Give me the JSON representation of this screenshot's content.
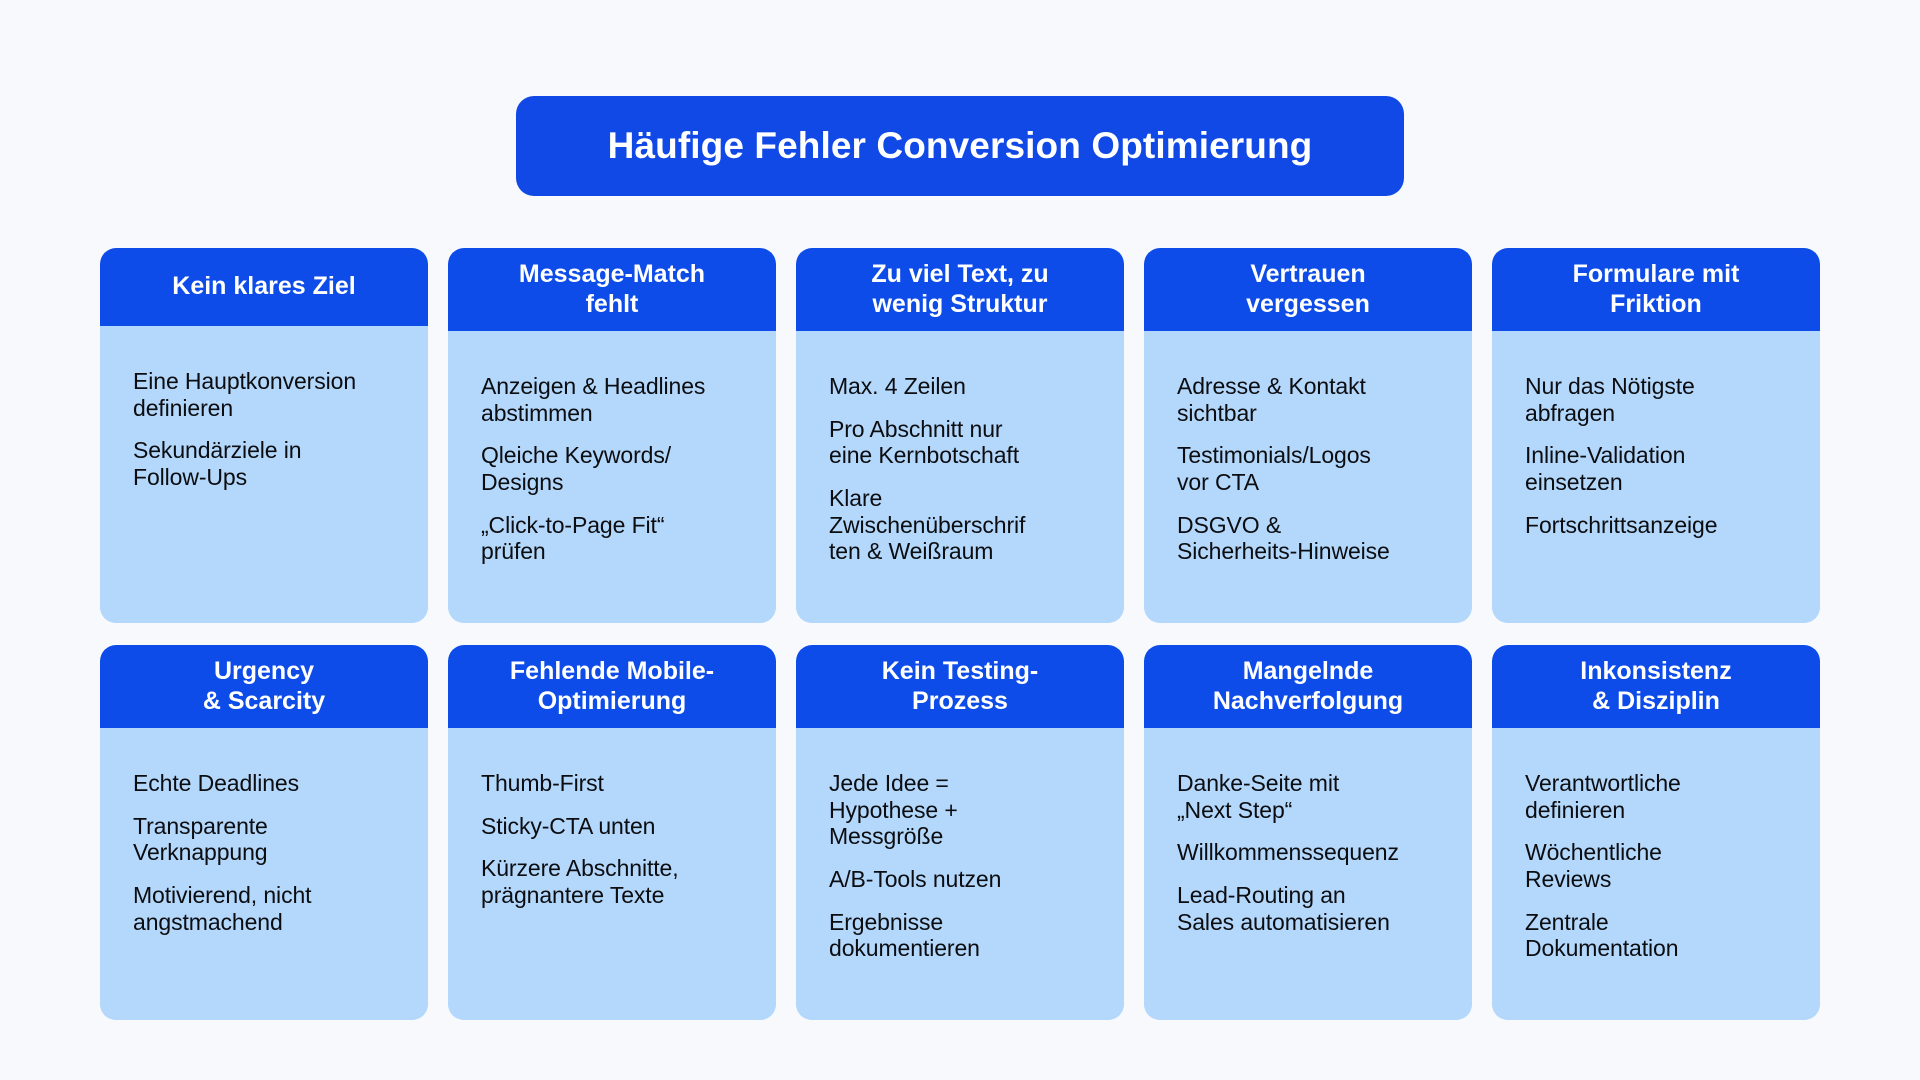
{
  "colors": {
    "background": "#f8f9fc",
    "header_blue": "#0d4ce8",
    "title_blue": "#1049e6",
    "card_body_blue": "#b4d7fc",
    "header_text": "#ffffff",
    "body_text": "#0b0d10"
  },
  "title": {
    "text": "Häufige Fehler Conversion Optimierung"
  },
  "cards": [
    {
      "title": "Kein klares Ziel",
      "bullets": [
        "Eine Hauptkonversion\ndefinieren",
        "Sekundärziele in\nFollow-Ups"
      ]
    },
    {
      "title": "Message-Match\nfehlt",
      "bullets": [
        "Anzeigen & Headlines\nabstimmen",
        "Qleiche Keywords/\nDesigns",
        "„Click-to-Page Fit“\nprüfen"
      ]
    },
    {
      "title": "Zu viel Text, zu\nwenig Struktur",
      "bullets": [
        "Max. 4 Zeilen",
        "Pro Abschnitt nur\neine Kernbotschaft",
        "Klare\nZwischenüberschrif\nten & Weißraum"
      ]
    },
    {
      "title": "Vertrauen\nvergessen",
      "bullets": [
        "Adresse & Kontakt\nsichtbar",
        "Testimonials/Logos\nvor CTA",
        "DSGVO &\nSicherheits-Hinweise"
      ]
    },
    {
      "title": "Formulare mit\nFriktion",
      "bullets": [
        "Nur das Nötigste\nabfragen",
        "Inline-Validation\neinsetzen",
        "Fortschrittsanzeige"
      ]
    },
    {
      "title": "Urgency\n& Scarcity",
      "bullets": [
        "Echte Deadlines",
        "Transparente\nVerknappung",
        "Motivierend, nicht\nangstmachend"
      ]
    },
    {
      "title": "Fehlende Mobile-\nOptimierung",
      "bullets": [
        "Thumb-First",
        "Sticky-CTA unten",
        "Kürzere Abschnitte,\nprägnantere Texte"
      ]
    },
    {
      "title": "Kein Testing-\nProzess",
      "bullets": [
        "Jede Idee =\nHypothese +\nMessgröße",
        "A/B-Tools nutzen",
        "Ergebnisse\ndokumentieren"
      ]
    },
    {
      "title": "Mangelnde\nNachverfolgung",
      "bullets": [
        "Danke-Seite mit\n„Next Step“",
        "Willkommenssequenz",
        "Lead-Routing an\nSales automatisieren"
      ]
    },
    {
      "title": "Inkonsistenz\n& Disziplin",
      "bullets": [
        "Verantwortliche\ndefinieren",
        "Wöchentliche\nReviews",
        "Zentrale\nDokumentation"
      ]
    }
  ]
}
